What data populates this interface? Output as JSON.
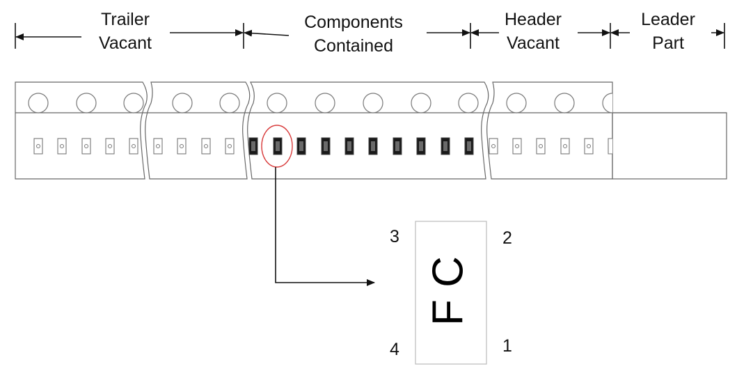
{
  "sections": [
    {
      "id": "trailer",
      "line1": "Trailer",
      "line2": "Vacant"
    },
    {
      "id": "components",
      "line1": "Components",
      "line2": "Contained"
    },
    {
      "id": "header",
      "line1": "Header",
      "line2": "Vacant"
    },
    {
      "id": "leader",
      "line1": "Leader",
      "line2": "Part"
    }
  ],
  "pins": {
    "top_left": "3",
    "top_right": "2",
    "bottom_left": "4",
    "bottom_right": "1"
  },
  "marking": "F C",
  "colors": {
    "highlight": "#d83a3a",
    "line": "#111111",
    "tape": "#666666"
  }
}
